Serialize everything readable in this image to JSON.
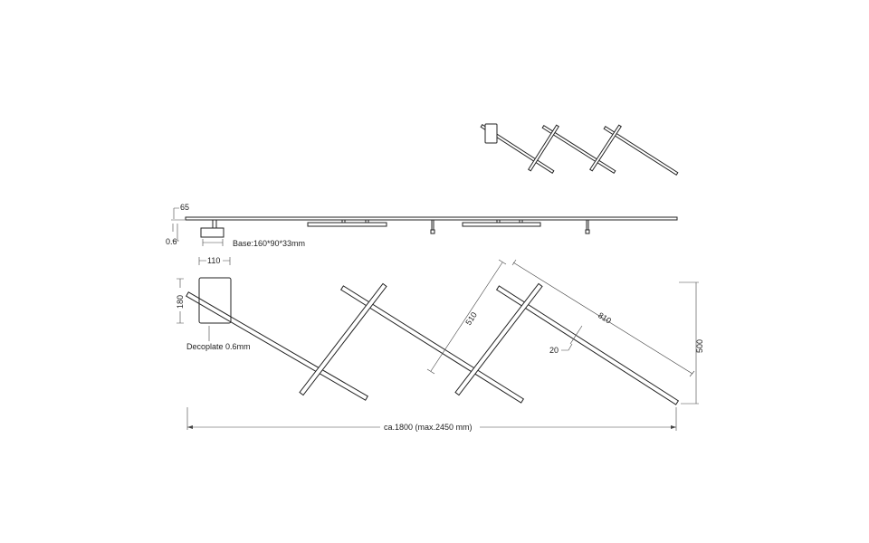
{
  "drawing": {
    "side_view": {
      "height_label": "65",
      "plate_thickness_label": "0.6",
      "base_label": "Base:160*90*33mm"
    },
    "main_view": {
      "plate_width_label": "110",
      "plate_height_label": "180",
      "decoplate_label": "Decoplate 0.6mm",
      "cross_bar_length_label": "510",
      "long_bar_length_label": "810",
      "bar_width_label": "20",
      "total_height_label": "500",
      "total_width_label": "ca.1800 (max.2450 mm)"
    },
    "line_color": "#222222"
  }
}
